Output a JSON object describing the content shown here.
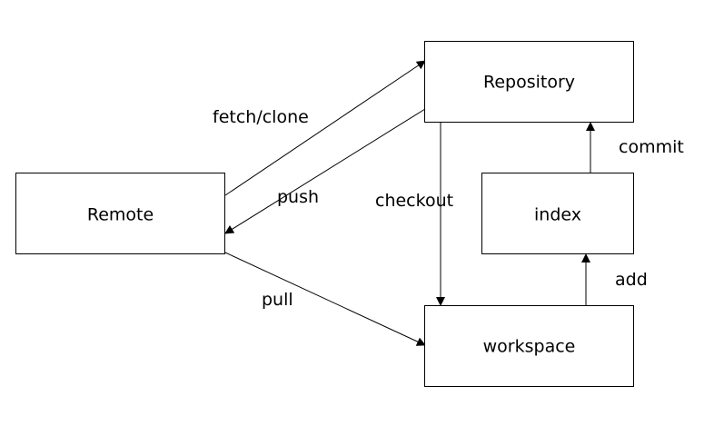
{
  "nodes": {
    "repository": "Repository",
    "remote": "Remote",
    "index": "index",
    "workspace": "workspace"
  },
  "edges": {
    "fetch_clone": "fetch/clone",
    "push": "push",
    "pull": "pull",
    "checkout": "checkout",
    "commit": "commit",
    "add": "add"
  },
  "colors": {
    "stroke": "#000000",
    "background": "#ffffff"
  }
}
